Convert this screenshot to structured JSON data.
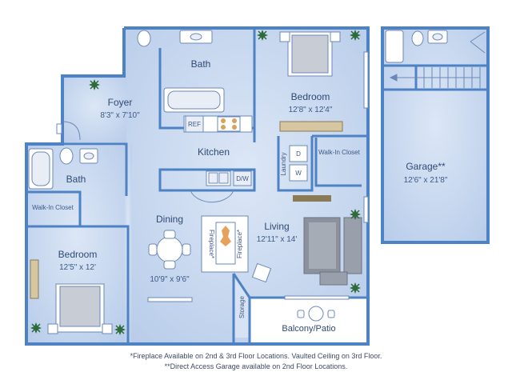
{
  "rooms": {
    "bath_top": "Bath",
    "bedroom_top": {
      "name": "Bedroom",
      "dims": "12'8\" x 12'4\""
    },
    "foyer": {
      "name": "Foyer",
      "dims": "8'3\" x 7'10\""
    },
    "kitchen": "Kitchen",
    "bath_left": "Bath",
    "walkin_left": "Walk-In Closet",
    "walkin_right": "Walk-In Closet",
    "dining": {
      "name": "Dining",
      "dims": "10'9\" x 9'6\""
    },
    "bedroom_left": {
      "name": "Bedroom",
      "dims": "12'5\" x 12'"
    },
    "living": {
      "name": "Living",
      "dims": "12'11\" x 14'"
    },
    "balcony": "Balcony/Patio",
    "storage": "Storage",
    "fireplace": "Fireplace*",
    "garage": {
      "name": "Garage**",
      "dims": "12'6\" x 21'8\""
    }
  },
  "appliances": {
    "refrigerator": "REF",
    "dishwasher": "D/W",
    "dryer": "D",
    "washer": "W",
    "laundry": "Laundry"
  },
  "notes": {
    "line1": "*Fireplace Available on 2nd & 3rd Floor Locations. Vaulted Ceiling on 3rd Floor.",
    "line2": "**Direct Access Garage available on 2nd Floor Locations."
  },
  "colors": {
    "floor": "#c9d9f1",
    "wall": "#4d82c4",
    "text": "#2f4a73"
  }
}
